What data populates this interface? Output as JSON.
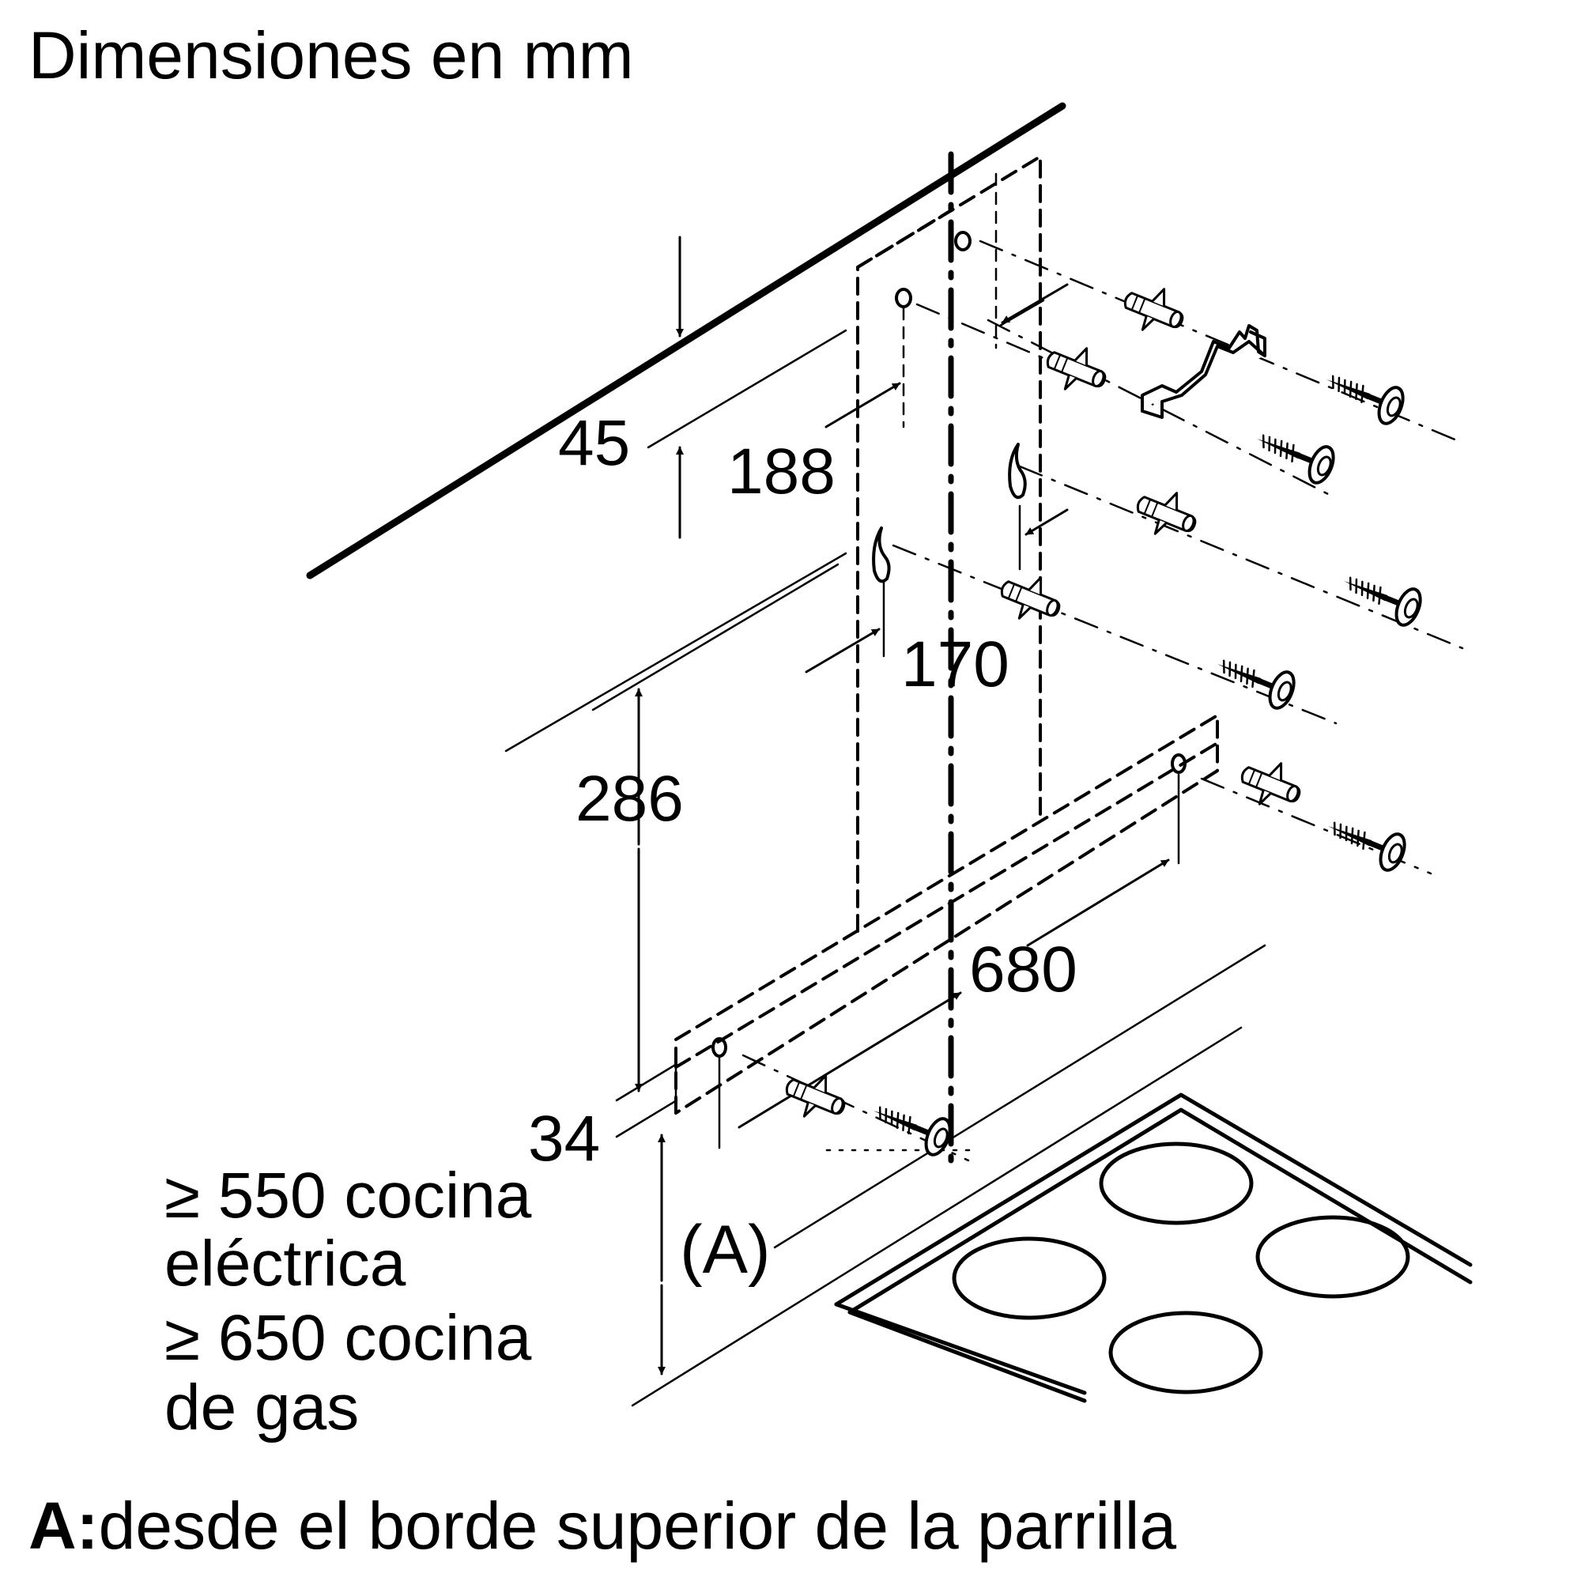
{
  "title": "Dimensiones en mm",
  "dimensions": {
    "d45": "45",
    "d188": "188",
    "d170": "170",
    "d286": "286",
    "d680": "680",
    "d34": "34",
    "label_a": "(A)"
  },
  "clearance": {
    "line1": "≥ 550 cocina",
    "line2": "eléctrica",
    "line3": "≥ 650 cocina",
    "line4": "de gas"
  },
  "footnote": {
    "key": "A:",
    "text": "desde el borde superior de la parrilla"
  }
}
